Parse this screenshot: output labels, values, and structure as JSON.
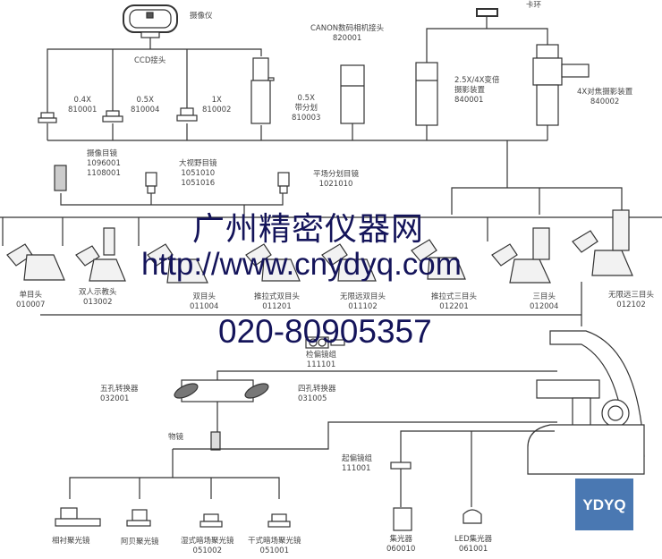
{
  "title_labels": {
    "camera": "摄像仪",
    "ccd": "CCD接头",
    "canon": [
      "CANON数码相机接头",
      "820001"
    ],
    "ring": "卡环"
  },
  "ccd_adapters": [
    {
      "mag": "0.4X",
      "code": "810001"
    },
    {
      "mag": "0.5X",
      "code": "810004"
    },
    {
      "mag": "1X",
      "code": "810002"
    },
    {
      "mag": "0.5X",
      "note": "带分划",
      "code": "810003"
    }
  ],
  "photo_devices": [
    {
      "name1": "2.5X/4X变倍",
      "name2": "摄影装置",
      "code": "840001"
    },
    {
      "name": "4X对焦摄影装置",
      "code": "840002"
    }
  ],
  "eyepieces": [
    {
      "name": "摄像目镜",
      "codes": [
        "1096001",
        "1108001"
      ]
    },
    {
      "name": "大视野目镜",
      "codes": [
        "1051010",
        "1051016"
      ]
    },
    {
      "name": "平场分划目镜",
      "codes": [
        "1021010"
      ]
    }
  ],
  "heads": [
    {
      "name": "单目头",
      "code": "010007"
    },
    {
      "name": "双人示教头",
      "code": "013002"
    },
    {
      "name": "双目头",
      "code": "011004"
    },
    {
      "name": "推拉式双目头",
      "code": "011201"
    },
    {
      "name": "无限远双目头",
      "code": "011102"
    },
    {
      "name": "推拉式三目头",
      "code": "012201"
    },
    {
      "name": "三目头",
      "code": "012004"
    },
    {
      "name": "无限远三目头",
      "code": "012102"
    }
  ],
  "analyzer": {
    "name": "检偏镜组",
    "code": "111101"
  },
  "nosepieces": [
    {
      "name": "五孔转换器",
      "code": "032001"
    },
    {
      "name": "四孔转换器",
      "code": "031005"
    }
  ],
  "objective": "物镜",
  "polarizer": {
    "name": "起偏镜组",
    "code": "111001"
  },
  "condensers": [
    {
      "name": "相衬聚光镜",
      "code": ""
    },
    {
      "name": "阿贝聚光镜",
      "code": ""
    },
    {
      "name": "湿式暗场聚光镜",
      "code": "051002"
    },
    {
      "name": "干式暗场聚光镜",
      "code": "051001"
    },
    {
      "name": "集光器",
      "code": "060010"
    },
    {
      "name": "LED集光器",
      "code": "061001"
    }
  ],
  "watermark": [
    "广州精密仪器网",
    "http://www.cnydyq.com",
    "020-80905357"
  ],
  "logo": "YDYQ",
  "colors": {
    "line": "#333333",
    "watermark": "#14145a",
    "logo": "#4a78b2"
  }
}
